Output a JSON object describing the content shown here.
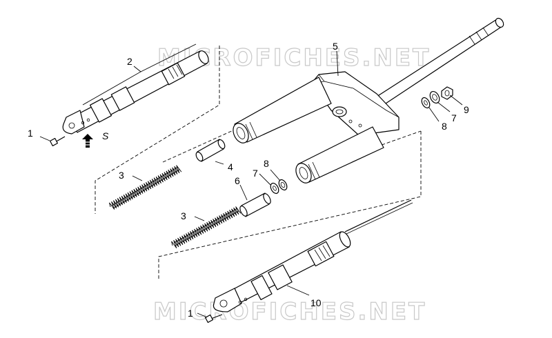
{
  "watermark": {
    "top": "MICROFICHES.NET",
    "bottom": "MICROFICHES.NET"
  },
  "callouts": {
    "c1_top": "1",
    "c2": "2",
    "c3_top": "3",
    "c4": "4",
    "c5": "5",
    "c6": "6",
    "c7_mid": "7",
    "c8_mid": "8",
    "c3_bottom": "3",
    "c8_right": "8",
    "c7_right": "7",
    "c9": "9",
    "c10": "10",
    "c1_bottom": "1"
  },
  "annotation": {
    "tighten_symbol": "S"
  },
  "colors": {
    "line": "#000000",
    "watermark_outline": "#c8c8c8",
    "background": "#ffffff"
  }
}
